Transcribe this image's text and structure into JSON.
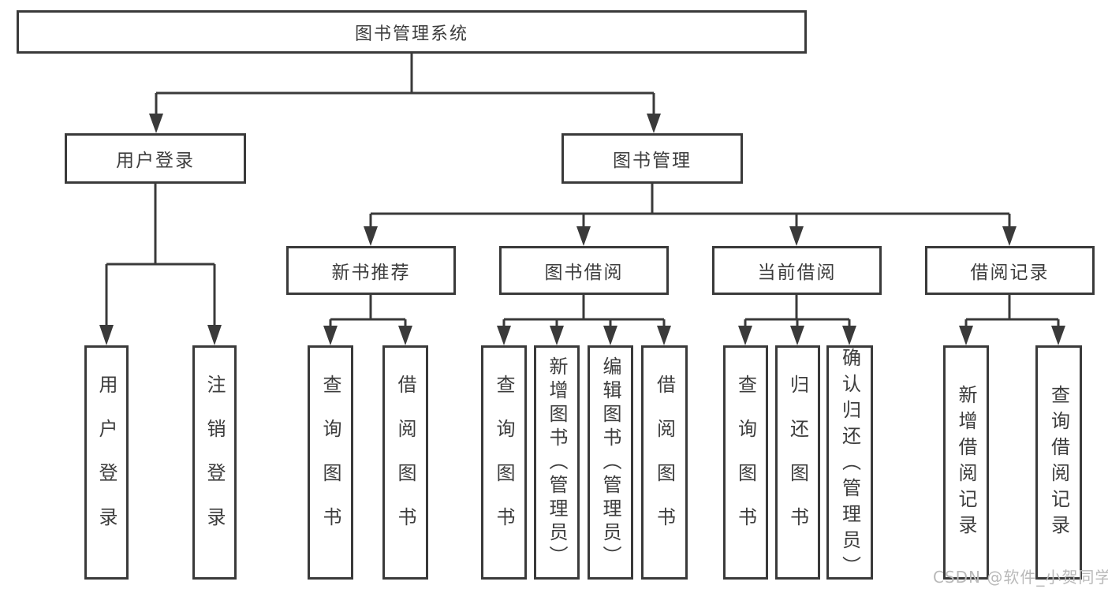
{
  "diagram": {
    "type": "hierarchy-diagram",
    "watermark": "CSDN @软件_小贺同学",
    "colors": {
      "line": "#3a3a3a",
      "text": "#3d3d3d",
      "box_background": "#ffffff",
      "watermark": "#b9b9b9"
    },
    "tree": {
      "label": "图书管理系统",
      "children": [
        {
          "label": "用户登录",
          "children": [
            {
              "label": "用户登录"
            },
            {
              "label": "注销登录"
            }
          ]
        },
        {
          "label": "图书管理",
          "children": [
            {
              "label": "新书推荐",
              "children": [
                {
                  "label": "查询图书"
                },
                {
                  "label": "借阅图书"
                }
              ]
            },
            {
              "label": "图书借阅",
              "children": [
                {
                  "label": "查询图书"
                },
                {
                  "label": "新增图书（管理员）"
                },
                {
                  "label": "编辑图书（管理员）"
                },
                {
                  "label": "借阅图书"
                }
              ]
            },
            {
              "label": "当前借阅",
              "children": [
                {
                  "label": "查询图书"
                },
                {
                  "label": "归还图书"
                },
                {
                  "label": "确认归还（管理员）"
                }
              ]
            },
            {
              "label": "借阅记录",
              "children": [
                {
                  "label": "新增借阅记录"
                },
                {
                  "label": "查询借阅记录"
                }
              ]
            }
          ]
        }
      ]
    }
  }
}
